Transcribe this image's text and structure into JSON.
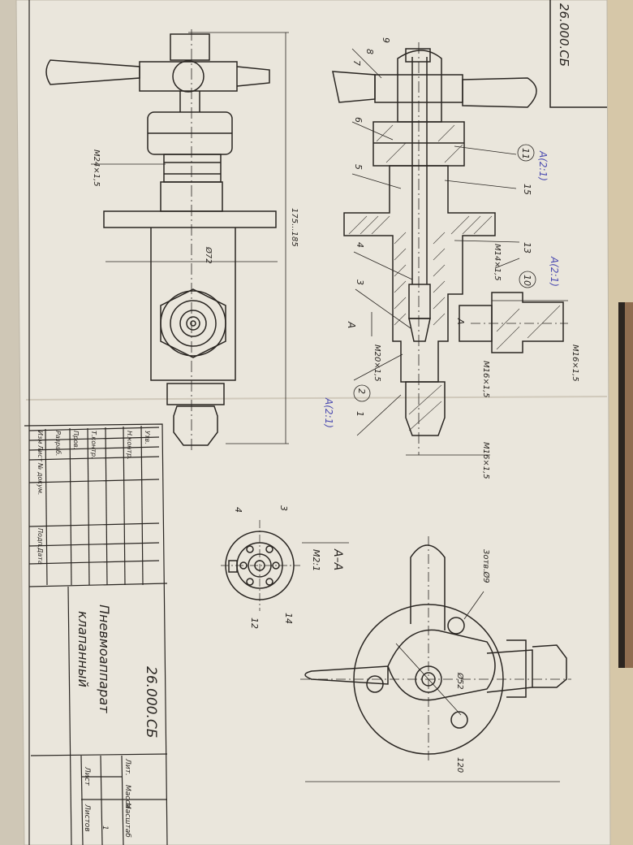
{
  "drawing": {
    "doc_number_top": "26.000.СБ",
    "doc_number_block": "26.000.СБ",
    "title_line1": "Пневмоаппарат",
    "title_line2": "клапанный",
    "section_label": "А–А",
    "section_scale": "М2:1",
    "section_marker": "А",
    "section_marker_b": "А",
    "note_a": "А(2:1)",
    "note_b": "А(2:1)",
    "note_c": "А(2:1)"
  },
  "dimensions": {
    "m24": "М24×1,5",
    "d72": "Ø72",
    "overall": "175...185",
    "m14": "М14×1,5",
    "m20": "М20×1,5",
    "m16_a": "М16×1,5",
    "m16_b": "М16×1,5",
    "m16_c": "М16×1,5",
    "holes": "3отв.Ø9",
    "d52": "Ø52",
    "d120": "120"
  },
  "balloons": [
    "1",
    "2",
    "3",
    "4",
    "5",
    "6",
    "7",
    "8",
    "9",
    "10",
    "11",
    "12",
    "13",
    "14",
    "15",
    "3",
    "4"
  ],
  "title_block": {
    "headers": [
      "Изм",
      "Лист",
      "№ докум.",
      "Подп.",
      "Дата"
    ],
    "rows": [
      "Разраб.",
      "Пров.",
      "Т.контр.",
      "Н.контр.",
      "Утв."
    ],
    "lit": "Лит.",
    "mass": "Масса",
    "scale": "Масштаб",
    "sheet": "Лист",
    "sheets": "Листов",
    "sheets_count": "1"
  },
  "colors": {
    "paper": "#eae6dc",
    "ink": "#2a2622",
    "background": "#c9c1b0"
  }
}
